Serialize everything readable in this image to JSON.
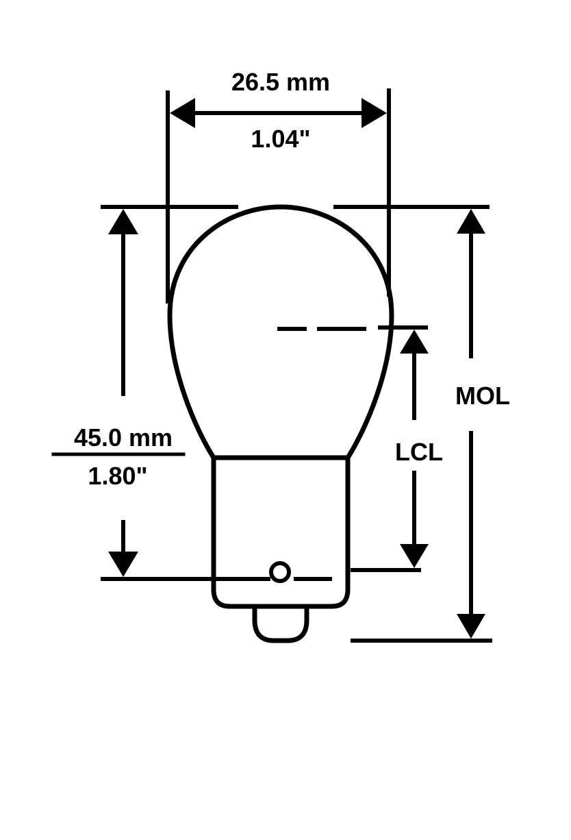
{
  "diagram": {
    "width_label_mm": "26.5 mm",
    "width_label_in": "1.04\"",
    "height_label_mm": "45.0 mm",
    "height_label_in": "1.80\"",
    "mol_label": "MOL",
    "lcl_label": "LCL"
  },
  "colors": {
    "ink": "#000000",
    "paper": "#ffffff"
  }
}
